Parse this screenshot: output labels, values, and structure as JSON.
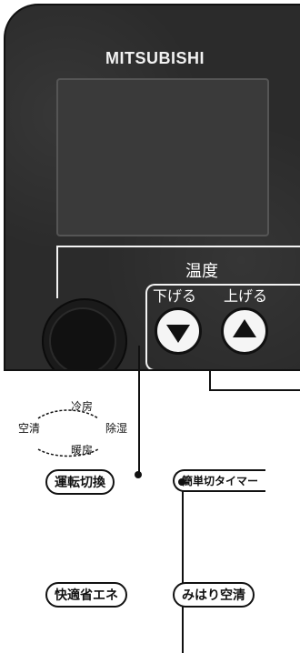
{
  "remote": {
    "brand": "MITSUBISHI",
    "temperature": {
      "title": "温度",
      "down_label": "下げる",
      "up_label": "上げる"
    }
  },
  "modes": {
    "cool": "冷房",
    "air_clean": "空清",
    "dehumidify": "除湿",
    "heat": "暖房"
  },
  "buttons": {
    "operation_switch": "運転切換",
    "simple_off_timer": "簡単切タイマー",
    "comfort_energy_saving": "快適省エネ",
    "monitor_air_clean": "みはり空清"
  }
}
